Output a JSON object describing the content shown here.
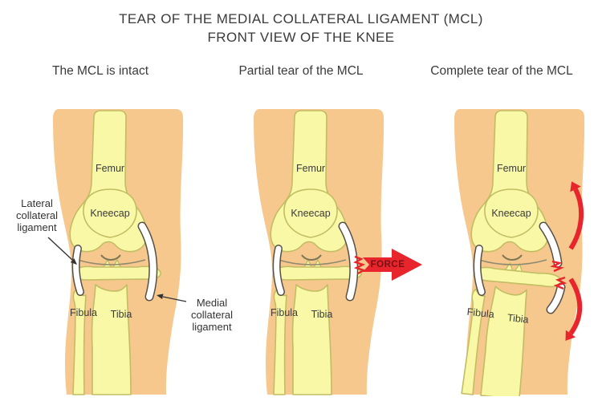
{
  "title": {
    "line1": "TEAR OF THE MEDIAL COLLATERAL LIGAMENT (MCL)",
    "line2": "FRONT VIEW OF THE KNEE"
  },
  "panels": [
    {
      "heading": "The MCL is intact"
    },
    {
      "heading": "Partial tear of the MCL"
    },
    {
      "heading": "Complete tear of the MCL"
    }
  ],
  "bone_labels": {
    "femur": "Femur",
    "kneecap": "Kneecap",
    "fibula": "Fibula",
    "tibia": "Tibia"
  },
  "annotations": {
    "lateral_ligament": [
      "Lateral",
      "collateral",
      "ligament"
    ],
    "medial_ligament": [
      "Medial",
      "collateral",
      "ligament"
    ],
    "force": "FORCE"
  },
  "colors": {
    "skin": "#f6c88e",
    "bone": "#f8f8a6",
    "bone_outline": "#c2bd62",
    "ligament": "#ffffff",
    "ligament_outline": "#55504a",
    "accent_red": "#e8252c",
    "text": "#3b3b3b"
  }
}
